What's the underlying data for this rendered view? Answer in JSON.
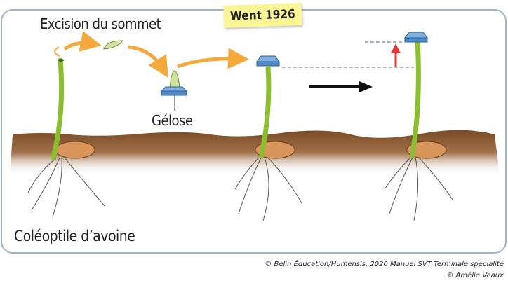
{
  "title_tag": "Went 1926",
  "labels": {
    "excision": "Excision du sommet",
    "gelose": "Gélose",
    "coleoptile": "Coléoptile d’avoine"
  },
  "credits": {
    "line1": "© Belin Éducation/Humensis, 2020 Manuel SVT Terminale spécialité",
    "line2": "© Amélie Veaux"
  },
  "colors": {
    "frame": "#9fb4c4",
    "soil": "#8b5a34",
    "stem": "#9ccc3c",
    "agar": "#5b9bd5",
    "orange_arrow": "#f5a83c",
    "growth_arrow": "#e53935"
  }
}
